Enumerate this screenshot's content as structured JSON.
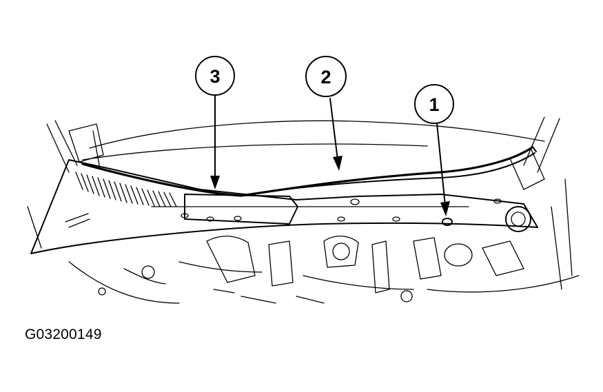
{
  "figure_code": "G03200149",
  "callouts": [
    {
      "id": "1",
      "label": "1"
    },
    {
      "id": "2",
      "label": "2"
    },
    {
      "id": "3",
      "label": "3"
    }
  ]
}
